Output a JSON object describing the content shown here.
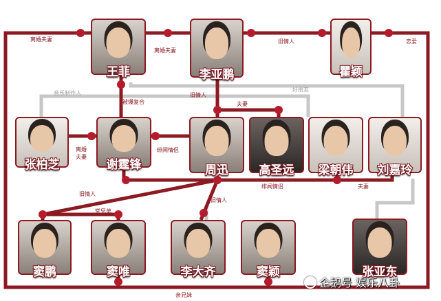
{
  "people": [
    {
      "id": "wangfei",
      "name": "王菲"
    },
    {
      "id": "liyapeng",
      "name": "李亚鹏"
    },
    {
      "id": "quying",
      "name": "瞿颖"
    },
    {
      "id": "zhangbozhi",
      "name": "张柏芝"
    },
    {
      "id": "xietingfeng",
      "name": "谢霆锋"
    },
    {
      "id": "zhouxun",
      "name": "周迅"
    },
    {
      "id": "gaoshengyuan",
      "name": "高圣远"
    },
    {
      "id": "liangchaowei",
      "name": "梁朝伟"
    },
    {
      "id": "liujialing",
      "name": "刘嘉玲"
    },
    {
      "id": "doupeng",
      "name": "窦鹏"
    },
    {
      "id": "douwei",
      "name": "窦唯"
    },
    {
      "id": "lidaqi",
      "name": "李大齐"
    },
    {
      "id": "douying",
      "name": "窦颖"
    },
    {
      "id": "zhangyadong",
      "name": "张亚东"
    }
  ],
  "relations": [
    {
      "id": "wangfei-left-divorced",
      "label": "离婚夫妻"
    },
    {
      "id": "wangfei-liyapeng",
      "label": "离婚夫妻"
    },
    {
      "id": "liyapeng-quying",
      "label": "旧情人"
    },
    {
      "id": "quying-right",
      "label": "恋爱"
    },
    {
      "id": "music-producer",
      "label": "音乐制作人"
    },
    {
      "id": "good-friends",
      "label": "好朋友"
    },
    {
      "id": "rumored-reunion",
      "label": "被爆复合"
    },
    {
      "id": "liyapeng-zhouxun",
      "label": "旧情人"
    },
    {
      "id": "zhouxun-gaoshengyuan",
      "label": "夫妻"
    },
    {
      "id": "zhangbozhi-xietingfeng",
      "label": "离婚夫妻"
    },
    {
      "id": "xietingfeng-zhouxun",
      "label": "绯闻情侣"
    },
    {
      "id": "zhouxun-liangchaowei",
      "label": "绯闻情侣"
    },
    {
      "id": "liangchaowei-liujialing",
      "label": "夫妻"
    },
    {
      "id": "xietingfeng-old-lover",
      "label": "旧情人"
    },
    {
      "id": "zhouxun-lidaqi",
      "label": "旧情人"
    },
    {
      "id": "doupeng-douwei",
      "label": "堂兄弟"
    },
    {
      "id": "siblings",
      "label": "亲兄妹"
    }
  ],
  "watermark": {
    "text": "企鹅号 娱乐八卦"
  }
}
